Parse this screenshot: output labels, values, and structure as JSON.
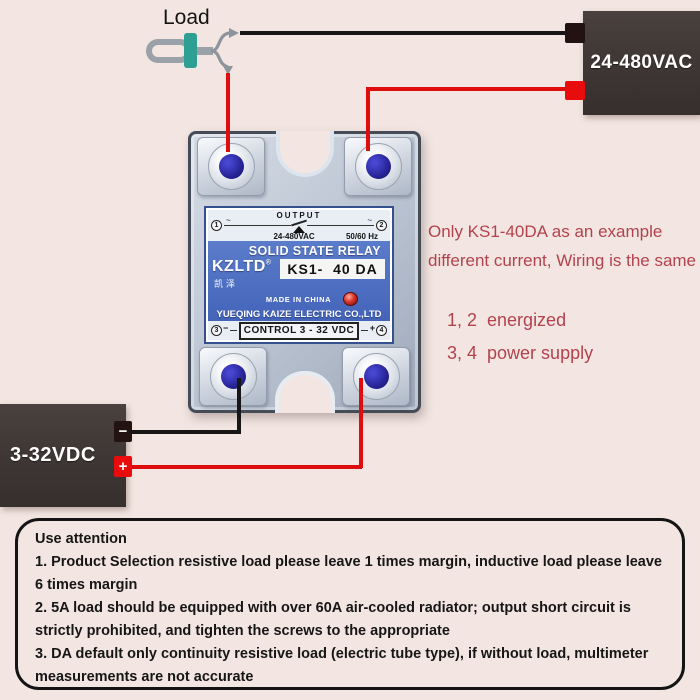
{
  "diagram": {
    "load_label": "Load",
    "ac_box_label": "24-480VAC",
    "dc_box_label": "3-32VDC",
    "dc_minus_symbol": "−",
    "dc_plus_symbol": "+",
    "colors": {
      "background": "#f3e6e2",
      "wire_red": "#df0e0e",
      "wire_black": "#161616",
      "note_red": "#b2424d",
      "relay_label_blue": "#4d70c2",
      "supply_box": "#3e3634"
    },
    "notes": {
      "line1": "Only KS1-40DA as an example",
      "line2": "different current, Wiring is the same",
      "line3": "1, 2  energized",
      "line4": "3, 4  power supply"
    }
  },
  "relay": {
    "output_title": "OUTPUT",
    "terminal_1": "1",
    "terminal_2": "2",
    "terminal_3": "3",
    "terminal_4": "4",
    "tilde": "~",
    "output_rating": "24-480VAC",
    "frequency": "50/60 Hz",
    "product_name": "SOLID STATE RELAY",
    "brand": "KZLTD",
    "brand_reg": "®",
    "brand_cn": "凯泽",
    "model": "KS1-  40 DA",
    "made_in": "MADE IN CHINA",
    "company": "YUEQING KAIZE ELECTRIC CO.,LTD",
    "control_label": "CONTROL 3 - 32 VDC",
    "control_minus": "−",
    "control_plus": "+"
  },
  "attention": {
    "title": "Use attention",
    "lines": [
      "1. Product Selection resistive load please leave 1 times margin, inductive load please leave",
      "6 times margin",
      "2. 5A load should be equipped with over 60A air-cooled radiator; output short circuit is",
      "strictly prohibited, and tighten the screws to the appropriate",
      "3. DA default only continuity resistive load (electric tube type), if without load, multimeter",
      "measurements are not accurate"
    ]
  }
}
